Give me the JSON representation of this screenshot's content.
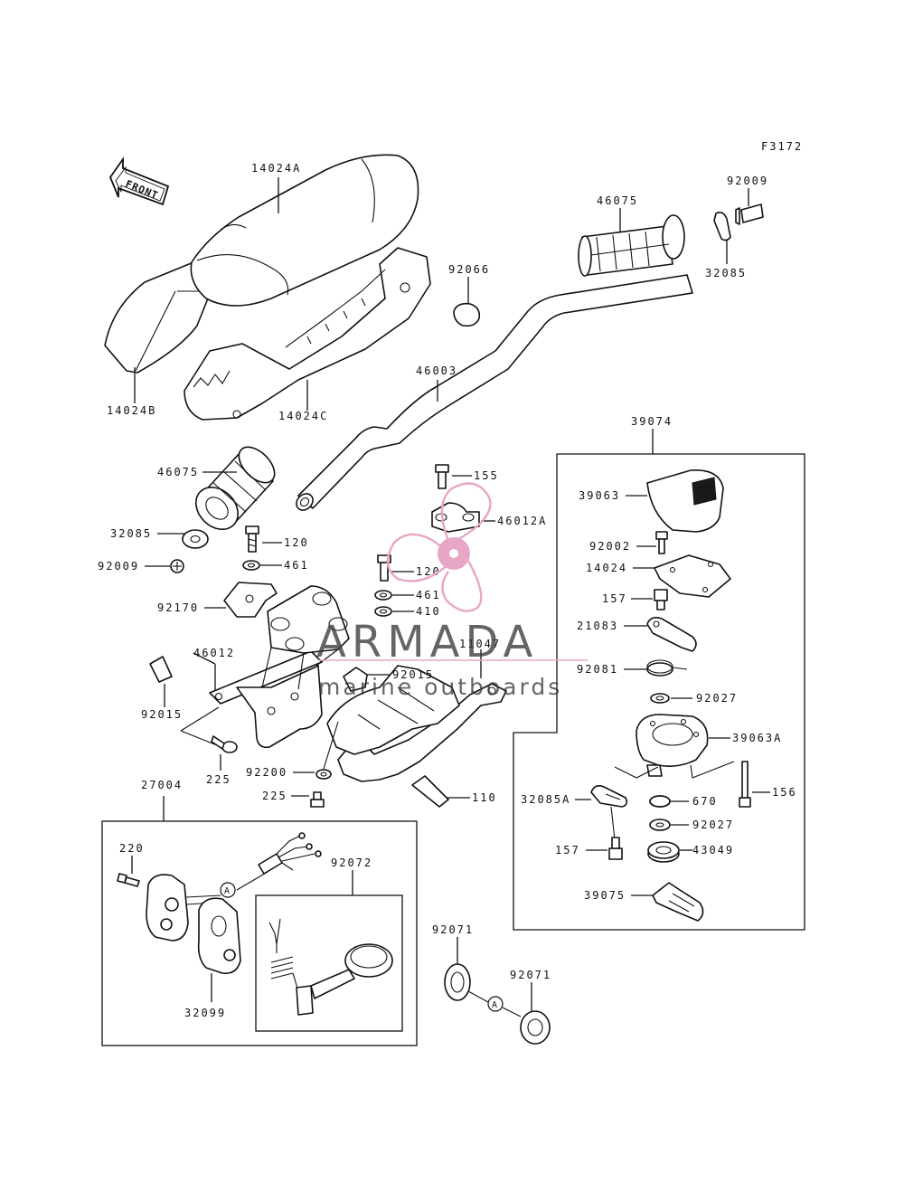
{
  "figure_code": "F3172",
  "front_label": "FRONT",
  "ref_circle_label": "A",
  "watermark": {
    "brand": "ARMADA",
    "tagline": "marine outboards",
    "accent_color": "#e8a6c6",
    "text_color": "#3a3a3a"
  },
  "parts": {
    "seat_main": "14024A",
    "seat_side_b": "14024B",
    "seat_side_c": "14024C",
    "cap_92066": "92066",
    "grip_right": "46075",
    "screw_right": "92009",
    "weight_right": "32085",
    "handlebar": "46003",
    "grip_left": "46075",
    "weight_left": "32085",
    "screw_left": "92009",
    "bolt_120_a": "120",
    "washer_461_a": "461",
    "bracket_92170": "92170",
    "holder_46012": "46012",
    "clip_92015_a": "92015",
    "bolt_225_a": "225",
    "bolt_155": "155",
    "holder_46012a": "46012A",
    "bolt_120_b": "120",
    "washer_461_b": "461",
    "washer_410": "410",
    "bracket_11047": "11047",
    "clip_92015_b": "92015",
    "grommet_92200": "92200",
    "bolt_225_b": "225",
    "bolt_110": "110",
    "throttle_assy": "39074",
    "case_39063": "39063",
    "screw_92002": "92002",
    "cover_14024": "14024",
    "bolt_157_a": "157",
    "lever_21083": "21083",
    "spring_92081": "92081",
    "washer_92027_a": "92027",
    "case_39063a": "39063A",
    "bolt_156": "156",
    "plate_32085a": "32085A",
    "ring_670": "670",
    "washer_92027_b": "92027",
    "bolt_157_b": "157",
    "seal_43049": "43049",
    "lever_39075": "39075",
    "switch_assy": "27004",
    "screw_220": "220",
    "clamp_92072": "92072",
    "case_32099": "32099",
    "grommet_92071_a": "92071",
    "grommet_92071_b": "92071"
  }
}
